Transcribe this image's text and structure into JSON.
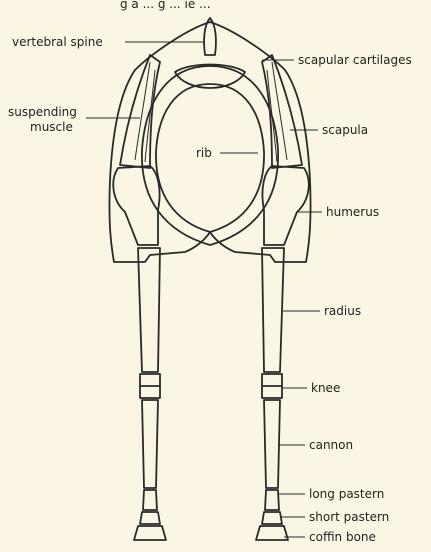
{
  "header_fragment": "g a ... g ... ie ...",
  "labels": {
    "vertebral_spine": "vertebral spine",
    "scapular_cartilages": "scapular cartilages",
    "suspending_muscle_line1": "suspending",
    "suspending_muscle_line2": "muscle",
    "scapula": "scapula",
    "rib": "rib",
    "humerus": "humerus",
    "radius": "radius",
    "knee": "knee",
    "cannon": "cannon",
    "long_pastern": "long pastern",
    "short_pastern": "short pastern",
    "coffin_bone": "coffin bone"
  },
  "colors": {
    "background": "#fbf6e4",
    "ink": "#2a2a2a",
    "shading": "#b8b3a3"
  }
}
